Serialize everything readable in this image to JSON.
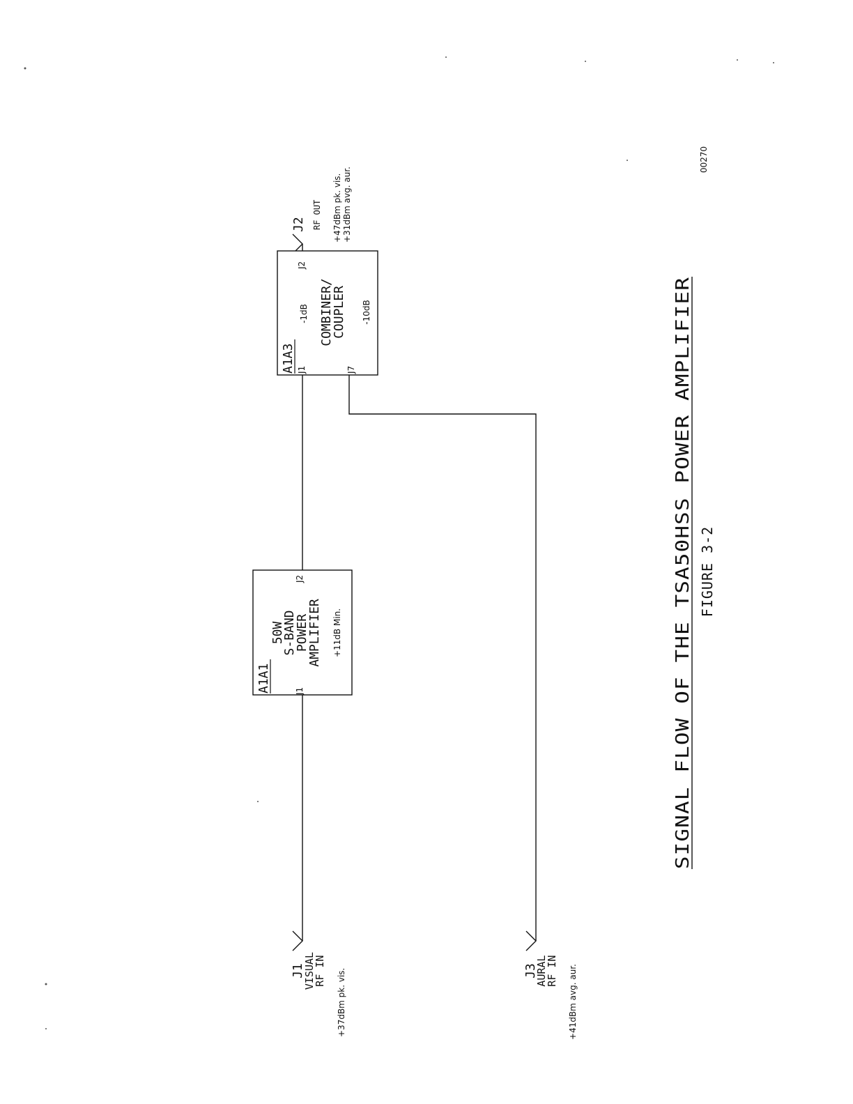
{
  "figure": {
    "title": "SIGNAL FLOW OF THE TSA50HSS POWER AMPLIFIER",
    "number": "FIGURE 3-2",
    "drawing_id": "00270"
  },
  "connectors": {
    "j1": {
      "id": "J1",
      "line1": "VISUAL",
      "line2": "RF IN",
      "level": "+37dBm pk. vis."
    },
    "j3": {
      "id": "J3",
      "line1": "AURAL",
      "line2": "RF IN",
      "level": "+41dBm avg. aur."
    },
    "j2": {
      "id": "J2",
      "line1": "RF OUT",
      "level1": "+47dBm pk. vis.",
      "level2": "+31dBm avg. aur."
    }
  },
  "blocks": {
    "a1a1": {
      "ref": "A1A1",
      "line1": "50W",
      "line2": "S-BAND",
      "line3": "POWER",
      "line4": "AMPLIFIER",
      "gain": "+11dB Min.",
      "port_in": "J1",
      "port_out": "J2"
    },
    "a1a3": {
      "ref": "A1A3",
      "line1": "COMBINER/",
      "line2": "COUPLER",
      "loss_main": "-1dB",
      "loss_coupled": "-10dB",
      "port_in": "J1",
      "port_out": "J2",
      "port_coupled": "J7"
    }
  }
}
